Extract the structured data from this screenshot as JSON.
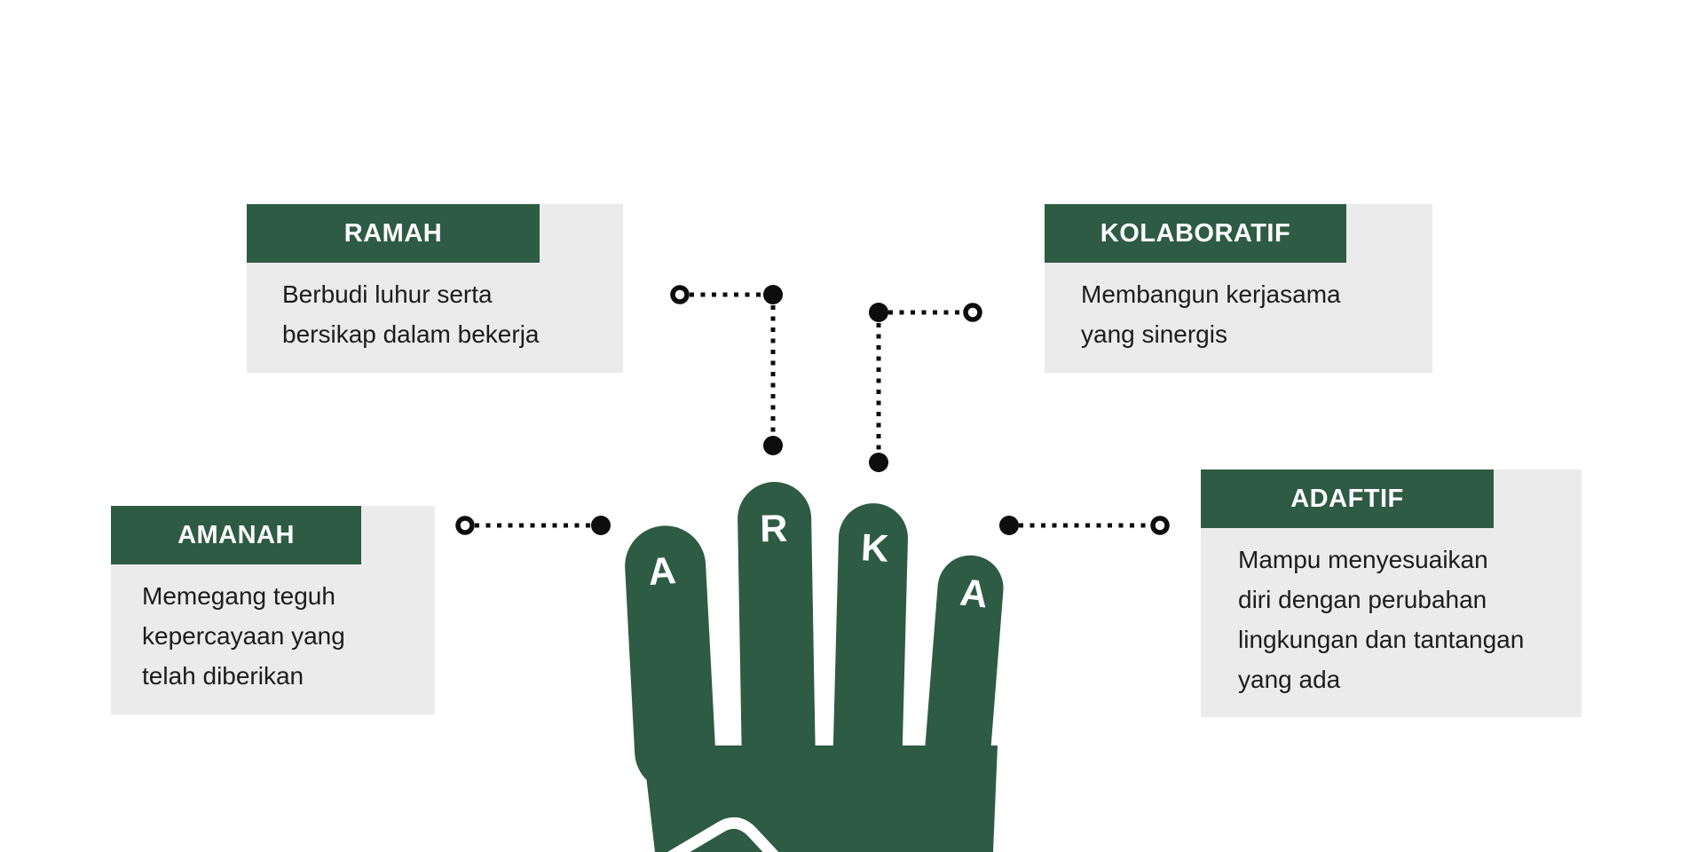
{
  "slide": {
    "background_color": "#ffffff",
    "accent_green": "#2e5b43",
    "card_gray": "#ebebeb",
    "text_color": "#1c1c1c",
    "connector_color": "#0d0d0d"
  },
  "hand": {
    "word": "ARKA",
    "letters": [
      "A",
      "R",
      "K",
      "A"
    ],
    "color": "#2e5b43"
  },
  "values": [
    {
      "title": "RAMAH",
      "description": "Berbudi luhur serta bersikap dalam bekerja",
      "lines": [
        "Berbudi luhur serta",
        "bersikap dalam bekerja"
      ]
    },
    {
      "title": "KOLABORATIF",
      "description": "Membangun kerjasama yang sinergis",
      "lines": [
        "Membangun kerjasama",
        "yang sinergis"
      ]
    },
    {
      "title": "AMANAH",
      "description": "Memegang teguh kepercayaan yang telah diberikan",
      "lines": [
        "Memegang teguh",
        "kepercayaan yang",
        "telah diberikan"
      ]
    },
    {
      "title": "ADAFTIF",
      "description": "Mampu menyesuaikan diri dengan perubahan lingkungan dan tantangan yang ada",
      "lines": [
        "Mampu menyesuaikan",
        "diri dengan perubahan",
        "lingkungan dan tantangan",
        "yang ada"
      ]
    }
  ]
}
